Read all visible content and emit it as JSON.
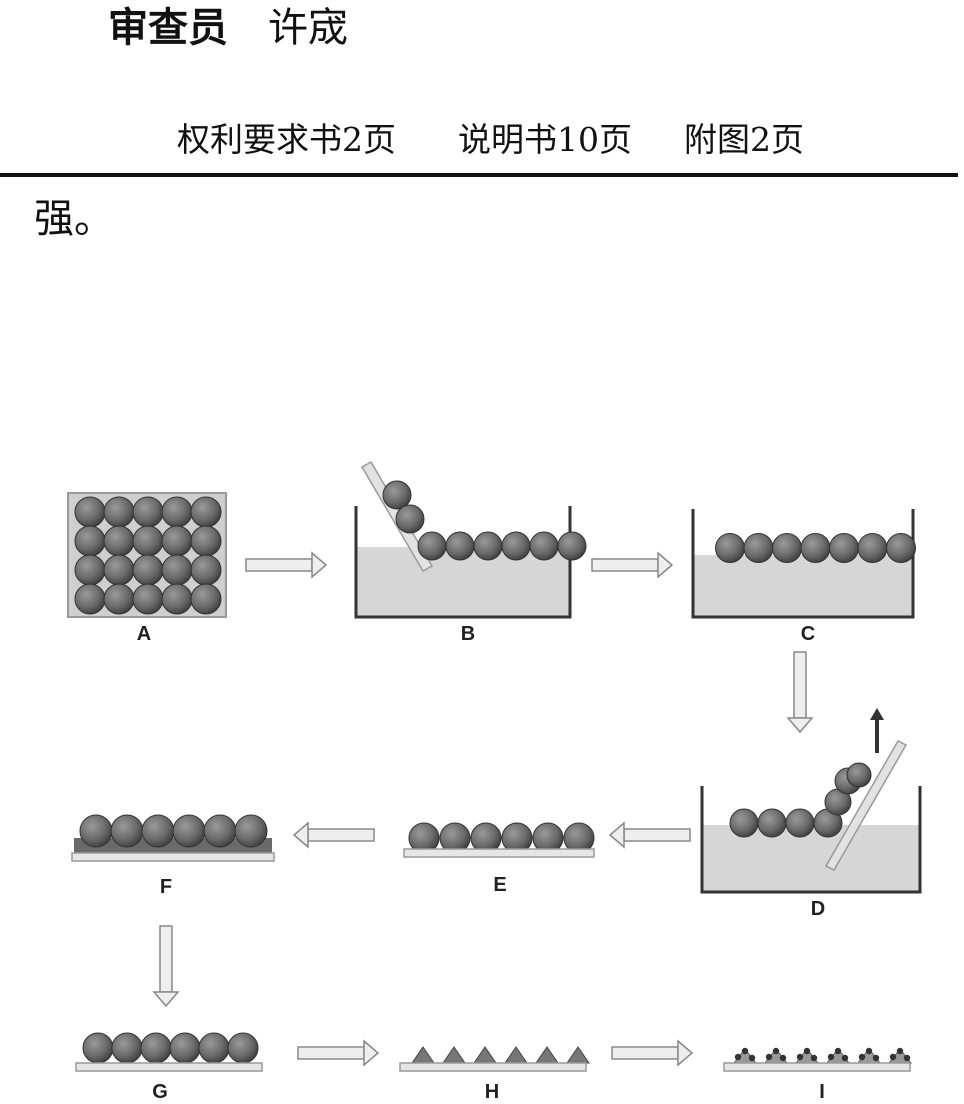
{
  "header": {
    "examiner_label": "审查员",
    "examiner_name": "许宬",
    "claims_pages": "权利要求书2页",
    "description_pages": "说明书10页",
    "drawings_pages": "附图2页"
  },
  "body_text": "强。",
  "figure": {
    "step_labels": [
      "A",
      "B",
      "C",
      "D",
      "E",
      "F",
      "G",
      "H",
      "I"
    ]
  }
}
